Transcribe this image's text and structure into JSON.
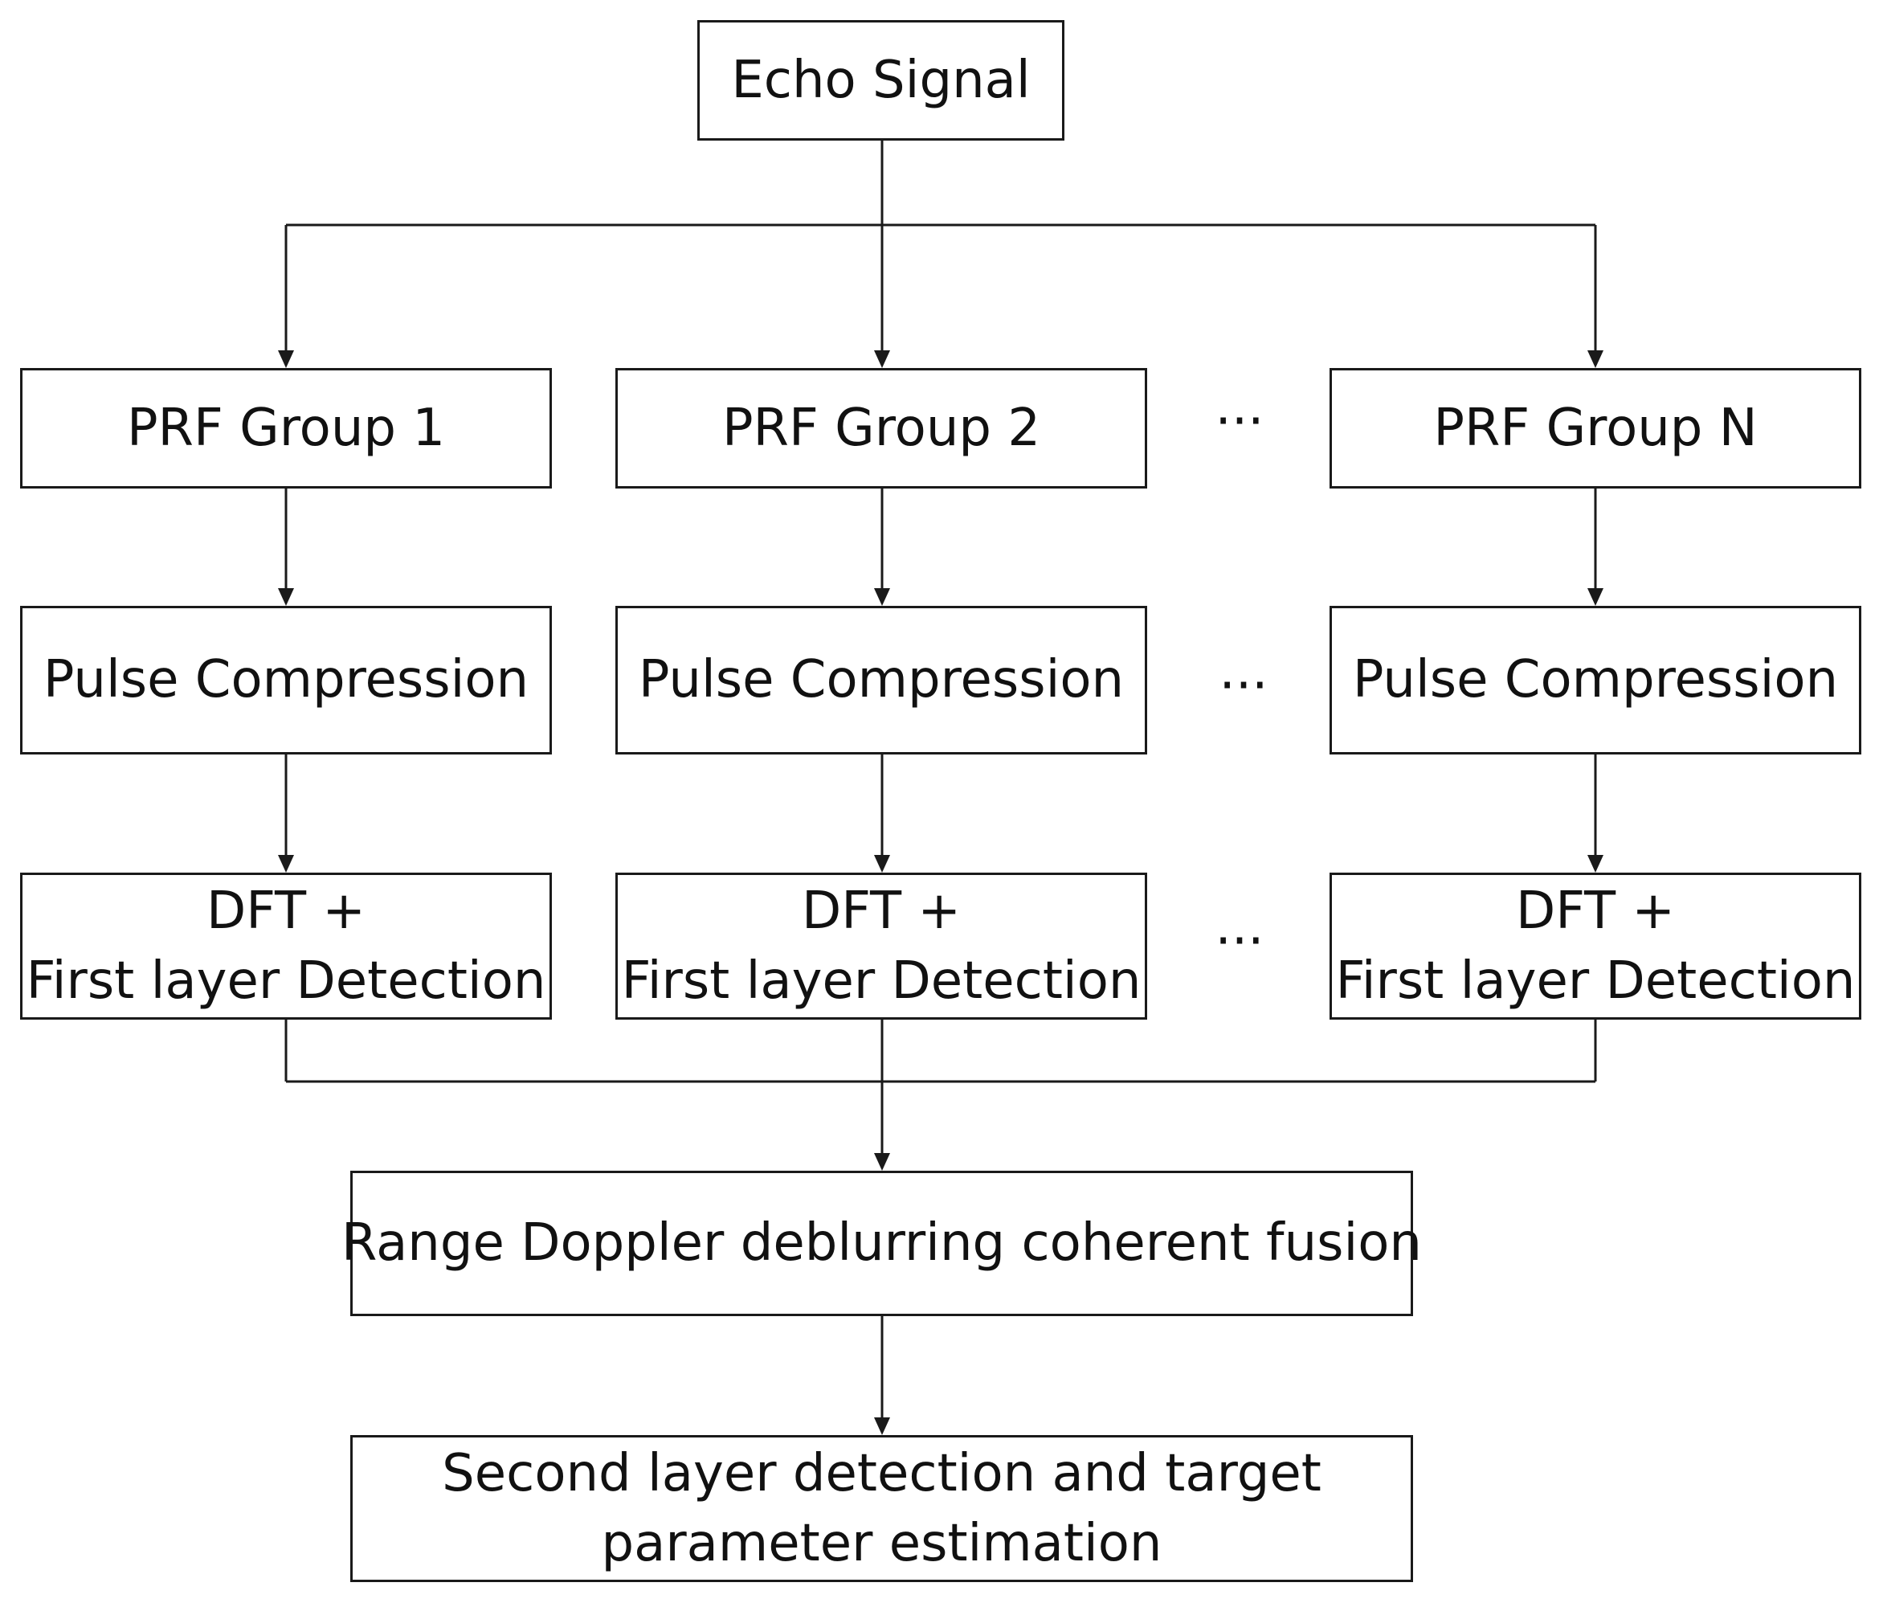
{
  "nodes": {
    "echo": "Echo Signal",
    "prf_groups": [
      "PRF Group 1",
      "PRF Group 2",
      "PRF Group N"
    ],
    "pulse_compression": [
      "Pulse Compression",
      "Pulse Compression",
      "Pulse Compression"
    ],
    "dft_detection": [
      {
        "line1": "DFT +",
        "line2": "First layer Detection"
      },
      {
        "line1": "DFT +",
        "line2": "First layer Detection"
      },
      {
        "line1": "DFT +",
        "line2": "First layer Detection"
      }
    ],
    "fusion": "Range Doppler deblurring coherent fusion",
    "final": {
      "line1": "Second layer detection and target",
      "line2": "parameter estimation"
    }
  },
  "ellipsis": [
    "···",
    "···",
    "···"
  ]
}
